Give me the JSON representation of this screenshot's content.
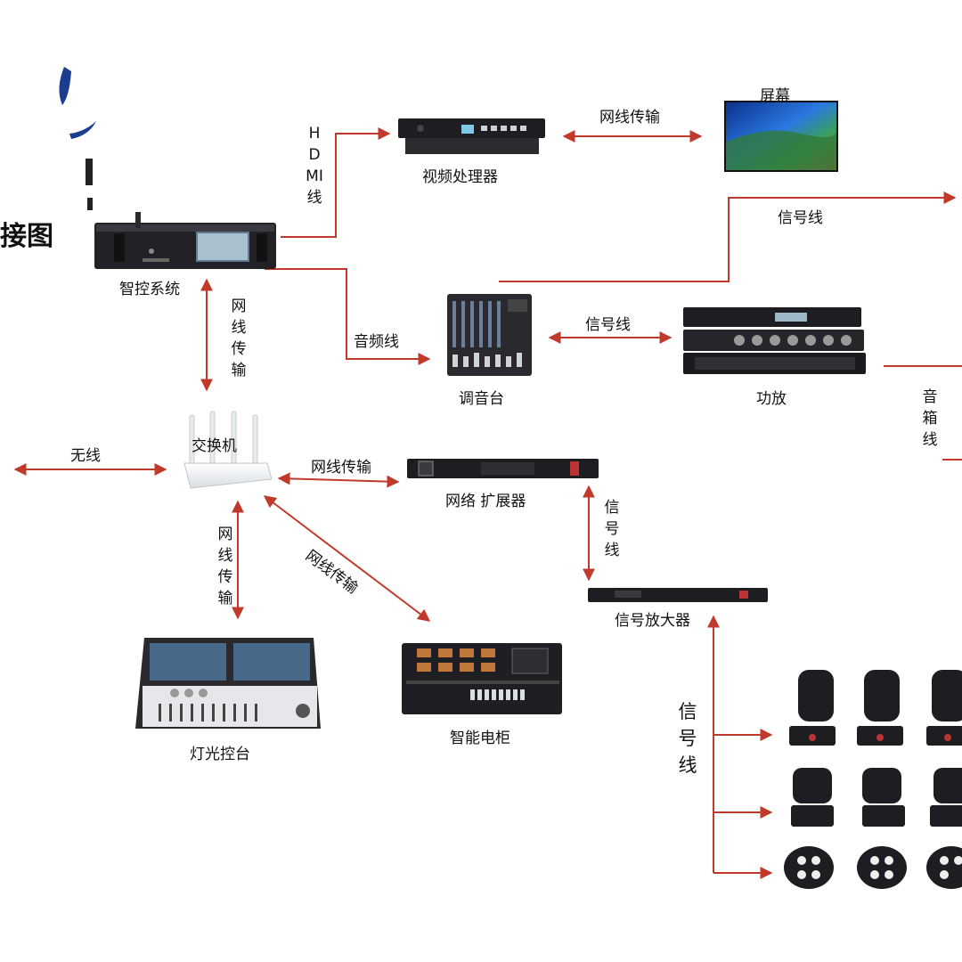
{
  "title_fragment": "接图",
  "devices": {
    "control_system": "智控系统",
    "video_processor": "视频处理器",
    "screen": "屏幕",
    "mixer": "调音台",
    "amplifier": "功放",
    "switch": "交换机",
    "network_extender": "网络 扩展器",
    "signal_amplifier": "信号放大器",
    "light_console": "灯光控台",
    "smart_cabinet": "智能电柜"
  },
  "connections": {
    "hdmi": "HDMI线",
    "network_to_screen": "网线传输",
    "signal_top": "信号线",
    "audio_line": "音频线",
    "signal_mixer_amp": "信号线",
    "speaker_line": "音箱线",
    "network_control_switch": "网线传输",
    "wireless": "无线",
    "network_switch_extender": "网线传输",
    "signal_extender_amp": "信号线",
    "network_switch_console": "网线传输",
    "network_switch_cabinet": "网线传输",
    "signal_fixtures": "信号线"
  },
  "colors": {
    "connector": "#c0392b",
    "device_dark": "#1e1e22",
    "screen_blue": "#1f5fd0"
  }
}
